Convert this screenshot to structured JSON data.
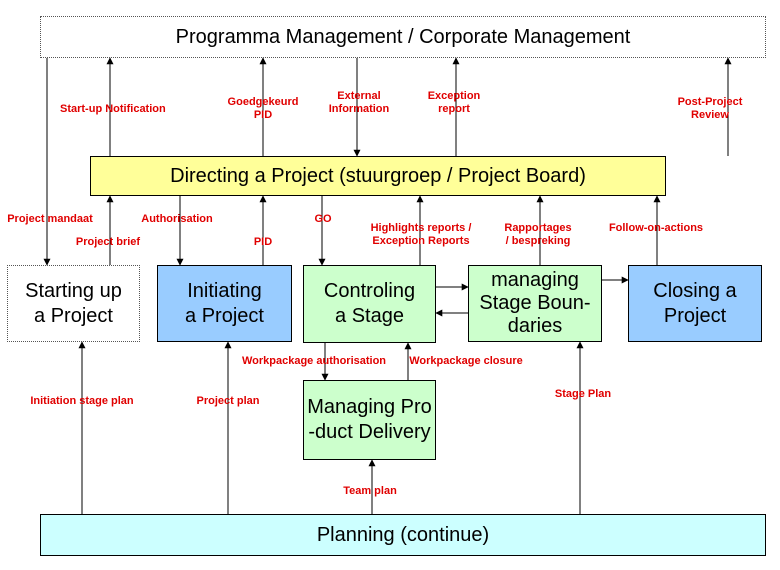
{
  "colors": {
    "directing_fill": "#ffff99",
    "initiating_fill": "#99ccff",
    "controling_fill": "#ccffcc",
    "boundaries_fill": "#ccffcc",
    "closing_fill": "#99ccff",
    "delivery_fill": "#ccffcc",
    "planning_fill": "#ccffff",
    "label_color": "#e00000"
  },
  "boxes": {
    "programma": "Programma Management / Corporate Management",
    "directing": "Directing a Project (stuurgroep / Project Board)",
    "starting_l1": "Starting up",
    "starting_l2": "a Project",
    "initiating_l1": "Initiating",
    "initiating_l2": "a Project",
    "controling_l1": "Controling",
    "controling_l2": "a Stage",
    "boundaries_l1": "managing",
    "boundaries_l2": "Stage Boun-",
    "boundaries_l3": "daries",
    "closing_l1": "Closing a",
    "closing_l2": "Project",
    "delivery_l1": "Managing Pro",
    "delivery_l2": "-duct Delivery",
    "planning": "Planning (continue)"
  },
  "labels": {
    "startup_notification": "Start-up Notification",
    "goedgekeurd_l1": "Goedgekeurd",
    "goedgekeurd_l2": "PID",
    "external_l1": "External",
    "external_l2": "Information",
    "exception_l1": "Exception",
    "exception_l2": "report",
    "postproject_l1": "Post-Project",
    "postproject_l2": "Review",
    "project_mandaat": "Project mandaat",
    "project_brief": "Project brief",
    "authorisation": "Authorisation",
    "pid": "PID",
    "go": "GO",
    "highlights_l1": "Highlights reports /",
    "highlights_l2": "Exception Reports",
    "rapportages_l1": "Rapportages",
    "rapportages_l2": "/ bespreking",
    "follow_on": "Follow-on-actions",
    "workpackage_auth": "Workpackage authorisation",
    "workpackage_closure": "Workpackage closure",
    "initiation_stage_plan": "Initiation stage plan",
    "project_plan": "Project plan",
    "stage_plan": "Stage Plan",
    "team_plan": "Team plan"
  }
}
